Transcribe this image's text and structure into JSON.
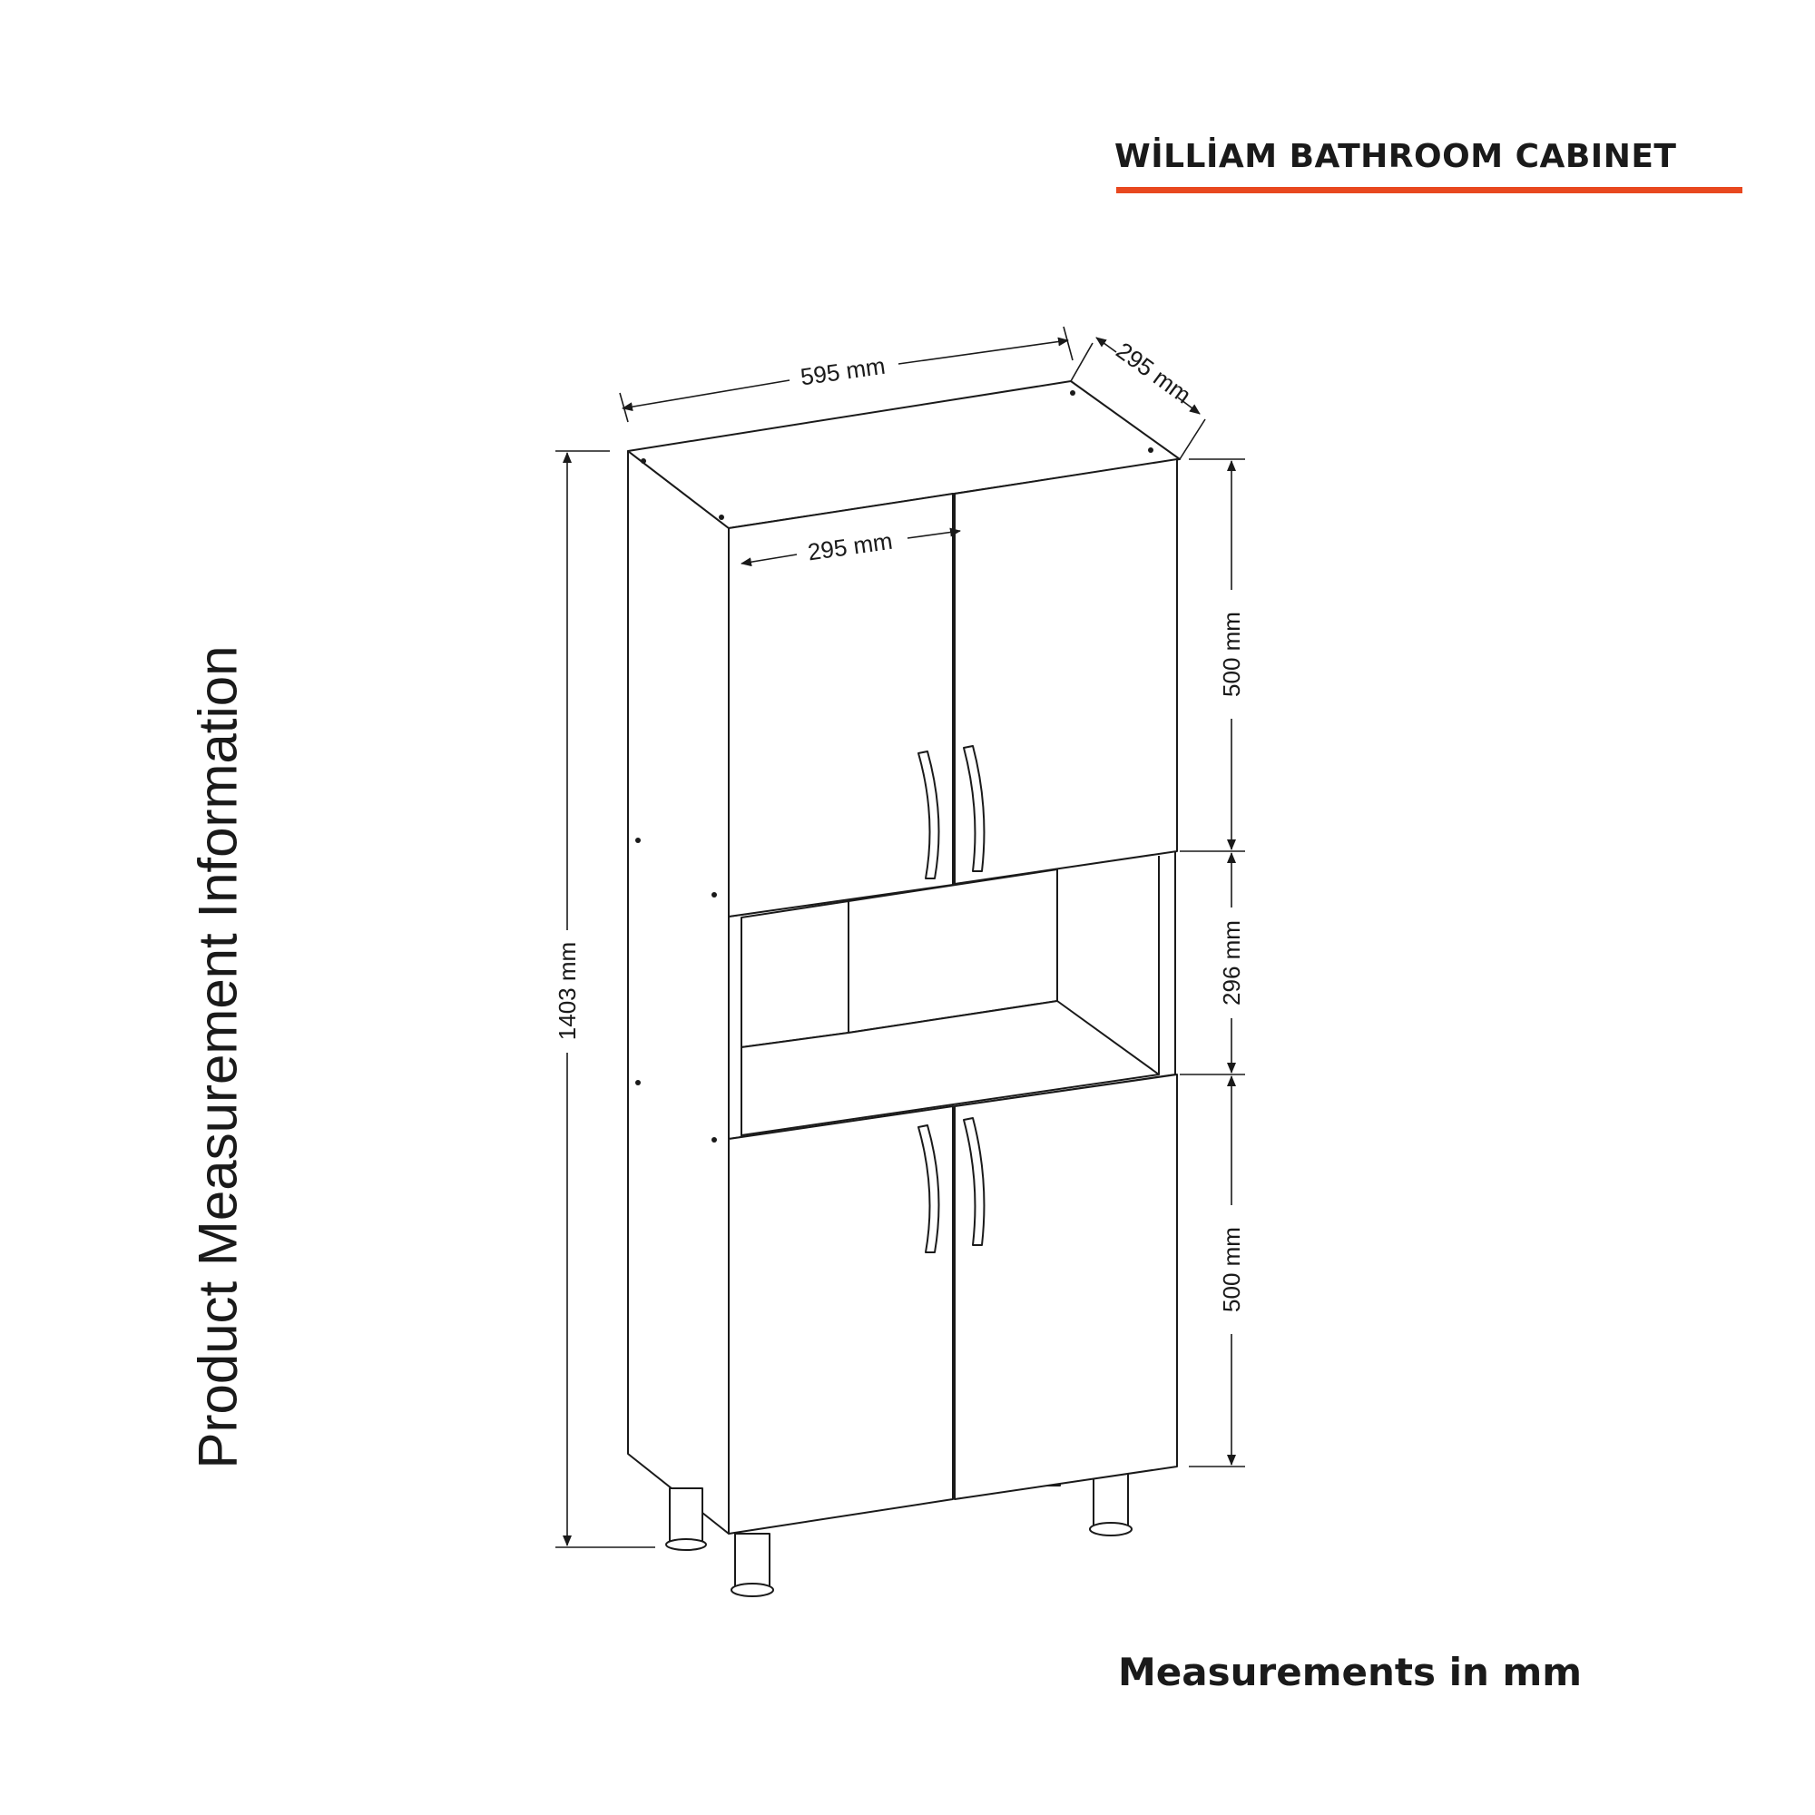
{
  "header": {
    "title": "WİLLİAM BATHROOM CABINET",
    "accent_color": "#e8481f"
  },
  "side_caption": "Product Measurement Information",
  "footer": {
    "units_note": "Measurements in mm"
  },
  "dimensions": {
    "width": "595 mm",
    "depth": "295 mm",
    "door_width": "295 mm",
    "total_height": "1403 mm",
    "upper_section": "500 mm",
    "open_shelf": "296 mm",
    "lower_section": "500 mm"
  }
}
